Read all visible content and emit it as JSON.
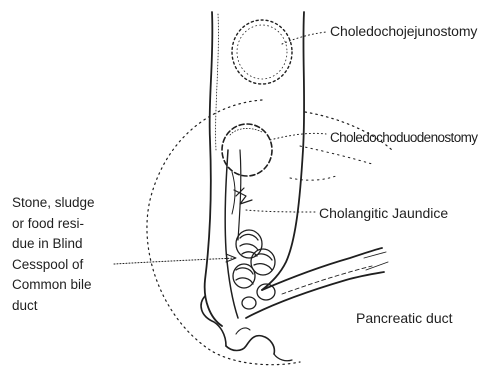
{
  "labels": {
    "choledochojejunostomy": "Choledochojejunostomy",
    "choledochoduodenostomy": "Choledochoduodenostomy",
    "cholangitic_jaundice": "Cholangitic Jaundice",
    "pancreatic_duct": "Pancreatic duct",
    "stone_lines": [
      "Stone, sludge",
      "or food resi-",
      "due in Blind",
      "Cesspool of",
      "Common bile",
      "duct"
    ]
  },
  "colors": {
    "ink": "#1f1f1f",
    "background": "#ffffff"
  }
}
